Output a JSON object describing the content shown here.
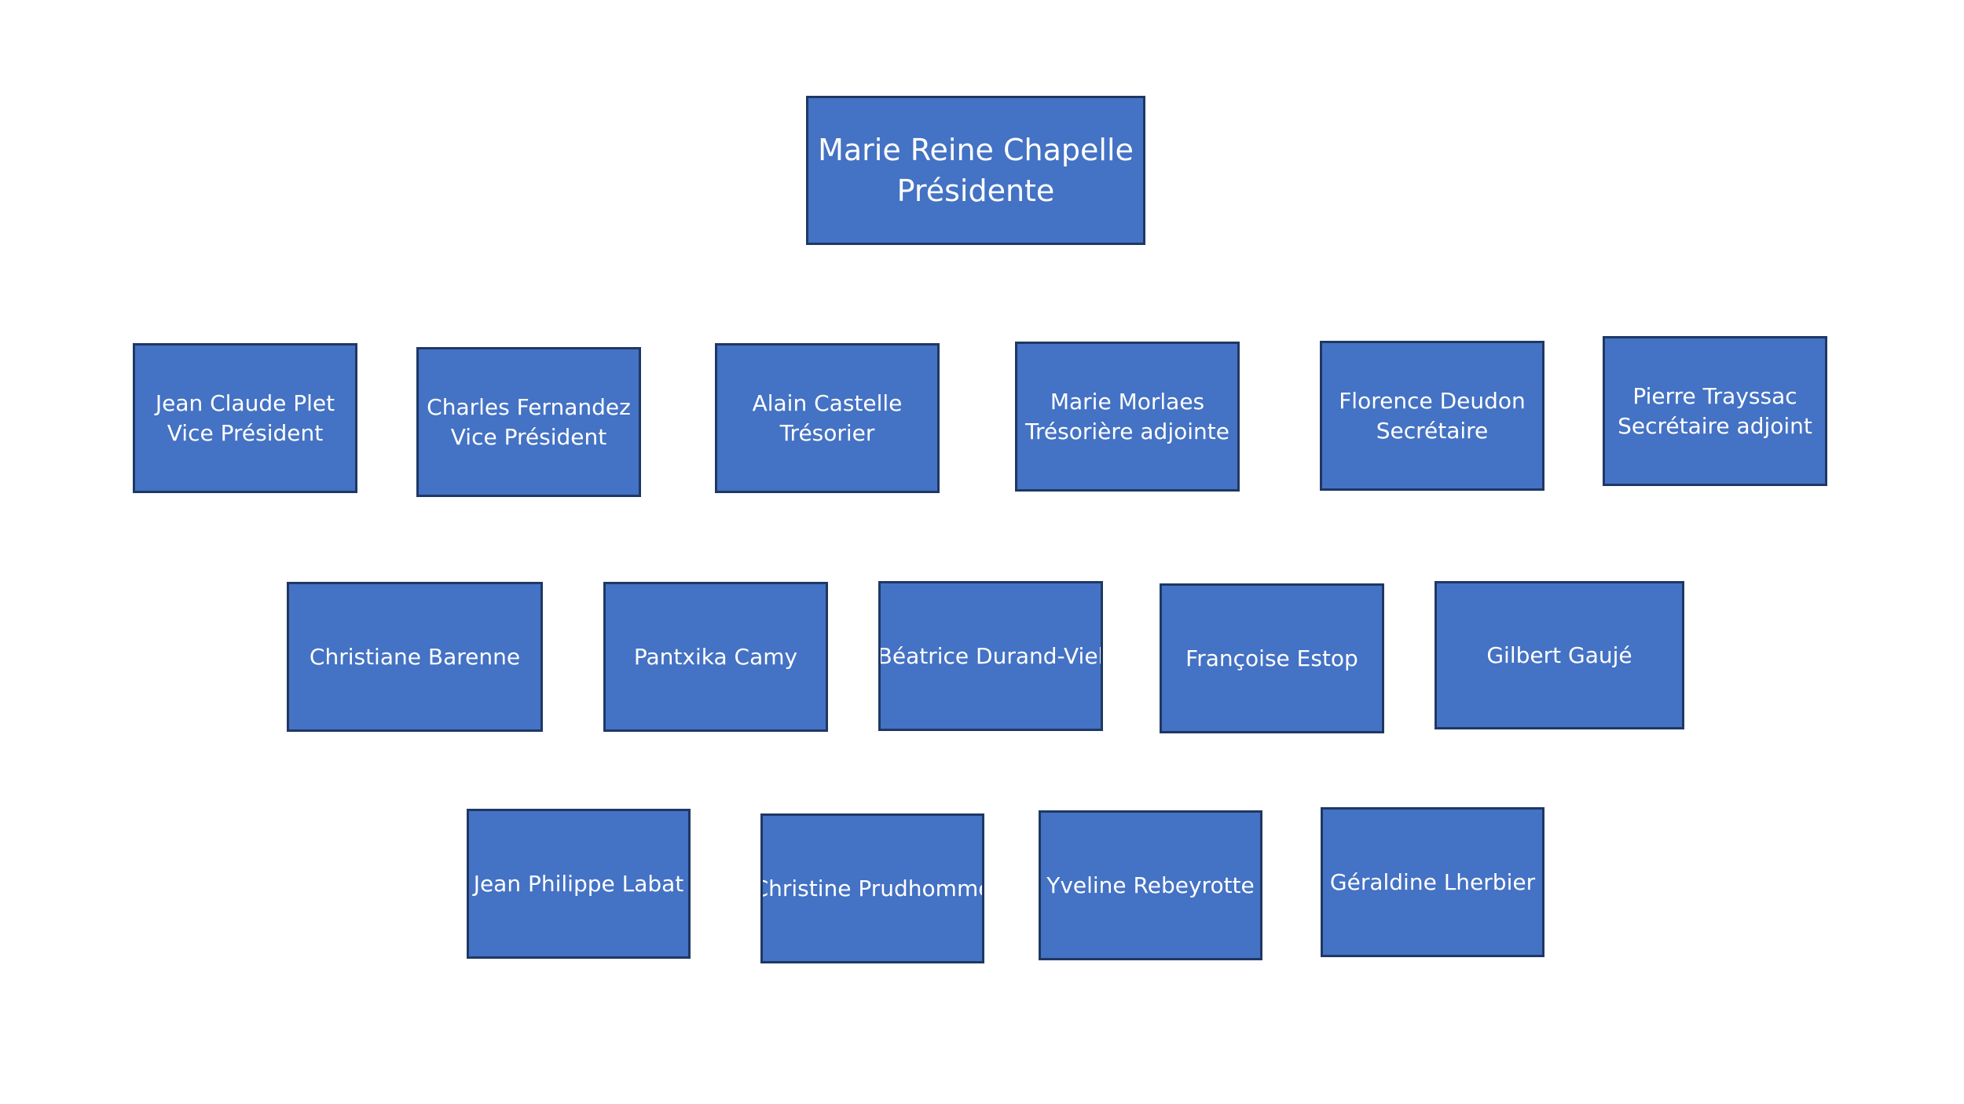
{
  "colors": {
    "box_fill": "#4472C4",
    "box_border": "#1F3864",
    "box_text": "#FFFFFF"
  },
  "president": {
    "name": "Marie Reine Chapelle",
    "role": "Présidente"
  },
  "bureau": [
    {
      "name": "Jean Claude Plet",
      "role": "Vice Président"
    },
    {
      "name": "Charles Fernandez",
      "role": "Vice Président"
    },
    {
      "name": "Alain Castelle",
      "role": "Trésorier"
    },
    {
      "name": "Marie Morlaes",
      "role": "Trésorière adjointe"
    },
    {
      "name": "Florence Deudon",
      "role": "Secrétaire"
    },
    {
      "name": "Pierre Trayssac",
      "role": "Secrétaire adjoint"
    }
  ],
  "members_row1": [
    {
      "name": "Christiane Barenne"
    },
    {
      "name": "Pantxika Camy"
    },
    {
      "name": "Béatrice Durand-Viel"
    },
    {
      "name": "Françoise Estop"
    },
    {
      "name": "Gilbert Gaujé"
    }
  ],
  "members_row2": [
    {
      "name": "Jean Philippe Labat"
    },
    {
      "name": "Christine Prudhomme"
    },
    {
      "name": "Yveline Rebeyrotte"
    },
    {
      "name": "Géraldine Lherbier"
    }
  ]
}
